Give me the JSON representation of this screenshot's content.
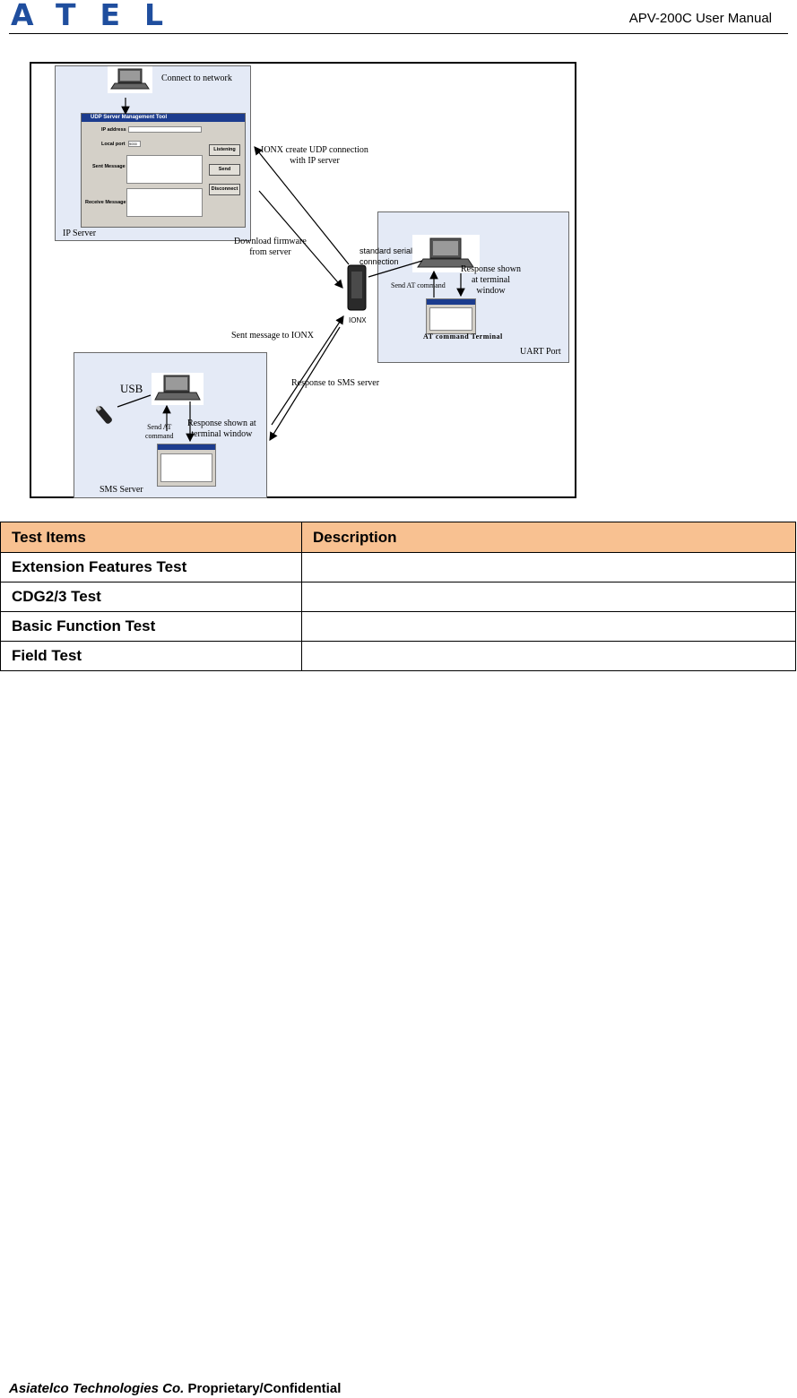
{
  "header": {
    "logo": "ATEL",
    "title": "APV-200C User Manual"
  },
  "diagram": {
    "ip_server": {
      "panel_label": "IP Server",
      "connect_label": "Connect to network",
      "window": {
        "title": "UDP Server Management Tool",
        "ip_label": "IP address",
        "port_label": "Local port",
        "port_value": "9000",
        "sent_label": "Sent Message",
        "receive_label": "Receive Message",
        "buttons": [
          "Listening",
          "Send",
          "Disconnect"
        ]
      }
    },
    "ionx_label": "IONX",
    "arrows": {
      "udp_connection": "IONX create UDP connection\nwith IP server",
      "download_firmware": "Download firmware\nfrom server",
      "sent_message": "Sent message to IONX",
      "response_sms": "Response to SMS server",
      "serial_connection": "standard serial\nconnection"
    },
    "uart": {
      "panel_label": "UART Port",
      "send_at": "Send AT command",
      "response": "Response shown\nat terminal\nwindow",
      "terminal_label": "AT command Terminal"
    },
    "sms": {
      "panel_label": "SMS Server",
      "usb_label": "USB",
      "send_at": "Send AT\ncommand",
      "response": "Response shown at\nterminal window"
    }
  },
  "table": {
    "headers": [
      "Test Items",
      "Description"
    ],
    "rows": [
      [
        "Extension Features Test",
        ""
      ],
      [
        "CDG2/3 Test",
        ""
      ],
      [
        "Basic Function Test",
        ""
      ],
      [
        "Field Test",
        ""
      ]
    ]
  },
  "footer": {
    "company": "Asiatelco Technologies Co.",
    "notice": "Proprietary/Confidential"
  },
  "colors": {
    "logo": "#1f4e9e",
    "table_header": "#f8c191",
    "panel_bg": "#e4eaf6"
  }
}
